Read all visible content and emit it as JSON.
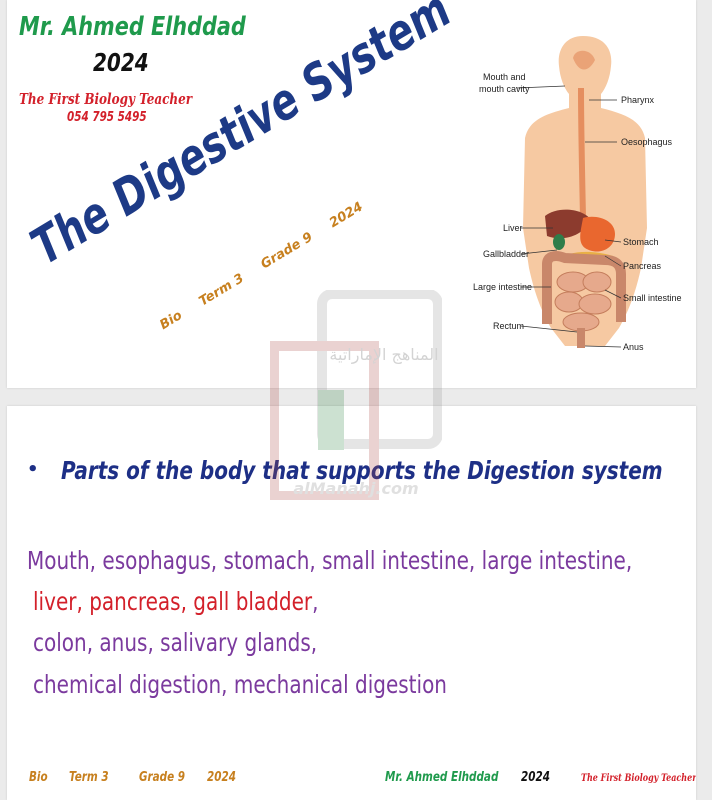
{
  "slide1": {
    "teacher_name": "Mr. Ahmed Elhddad",
    "teacher_year": "2024",
    "teacher_title": "The First Biology Teacher",
    "teacher_phone": "054 795 5495",
    "title": "The Digestive System",
    "subtitle": {
      "subject": "Bio",
      "term": "Term 3",
      "grade": "Grade 9",
      "year": "2024"
    },
    "diagram_labels": {
      "mouth_line1": "Mouth and",
      "mouth_line2": "mouth cavity",
      "pharynx": "Pharynx",
      "oesophagus": "Oesophagus",
      "liver": "Liver",
      "gallbladder": "Gallbladder",
      "large_intestine": "Large intestine",
      "rectum": "Rectum",
      "stomach": "Stomach",
      "pancreas": "Pancreas",
      "small_intestine": "Small intestine",
      "anus": "Anus"
    }
  },
  "slide2": {
    "heading": "Parts of the body that supports the Digestion system",
    "line1": "Mouth, esophagus, stomach, small intestine, large intestine,",
    "line2_red": "liver, pancreas, gall bladder",
    "line2_tail": ",",
    "line3": "colon, anus, salivary glands,",
    "line4": "chemical digestion, mechanical digestion",
    "footer": {
      "subject": "Bio",
      "term": "Term 3",
      "grade": "Grade 9",
      "year": "2024",
      "teacher_name": "Mr. Ahmed Elhddad",
      "teacher_year": "2024",
      "teacher_title": "The First Biology Teacher"
    }
  },
  "watermark": {
    "arabic": "المناهج الإماراتية",
    "site": "alManahj.com"
  },
  "colors": {
    "title_blue": "#1d3a86",
    "green": "#1f9a4c",
    "red": "#d3202a",
    "orange": "#c7801f",
    "purple": "#7b3a9e"
  }
}
